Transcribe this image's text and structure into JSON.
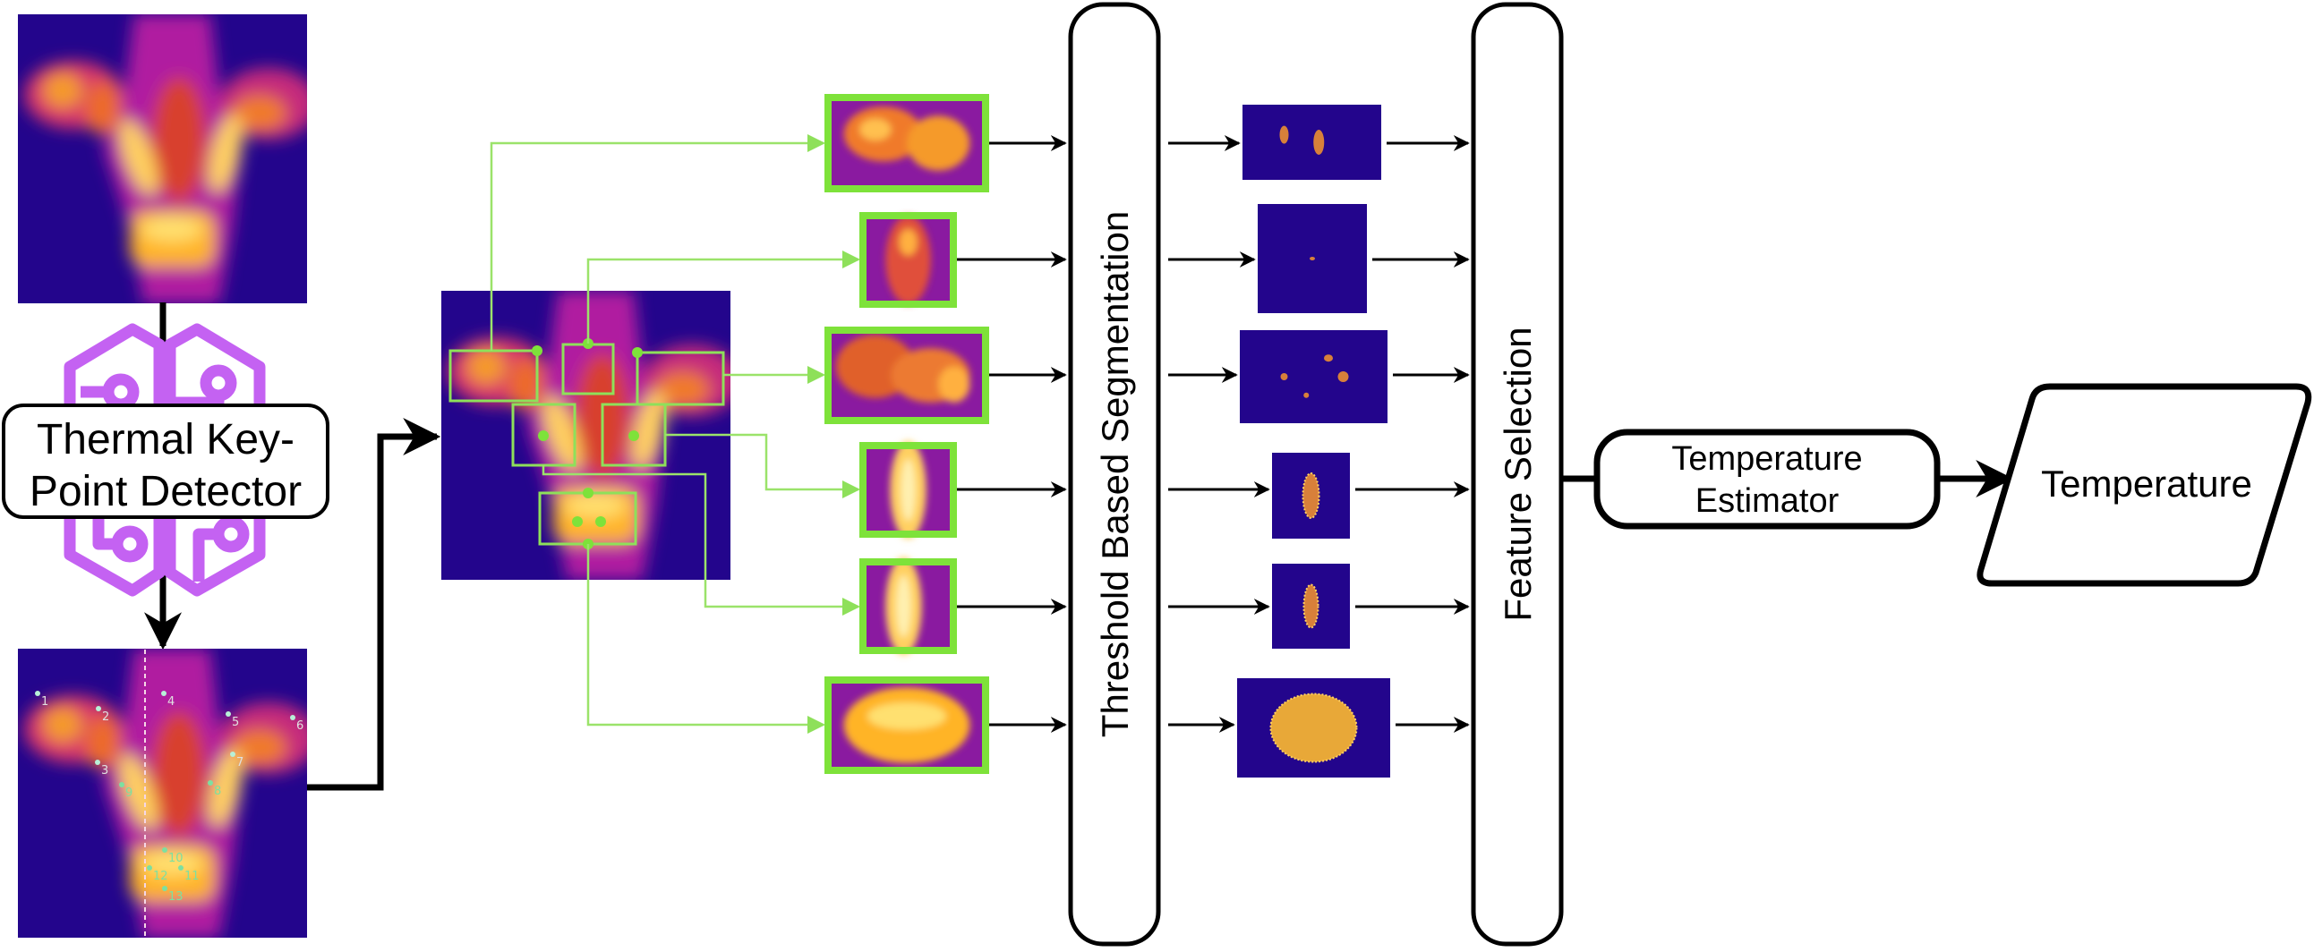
{
  "detector": {
    "line1": "Thermal Key-",
    "line2": "Point Detector",
    "icon": "brain-circuit-icon",
    "icon_color": "#c462f2"
  },
  "keypoints": {
    "labels": [
      "1",
      "2",
      "3",
      "4",
      "5",
      "6",
      "7",
      "8",
      "9",
      "10",
      "11",
      "12",
      "13"
    ]
  },
  "segmentation": {
    "label": "Threshold Based Segmentation"
  },
  "feature_selection": {
    "label": "Feature Selection"
  },
  "estimator": {
    "line1": "Temperature",
    "line2": "Estimator"
  },
  "output": {
    "label": "Temperature"
  },
  "colors": {
    "roi_green": "#7ee23a",
    "connector_green": "#9be36a",
    "thermal_bg": "#23058c",
    "icon_purple": "#c462f2"
  }
}
